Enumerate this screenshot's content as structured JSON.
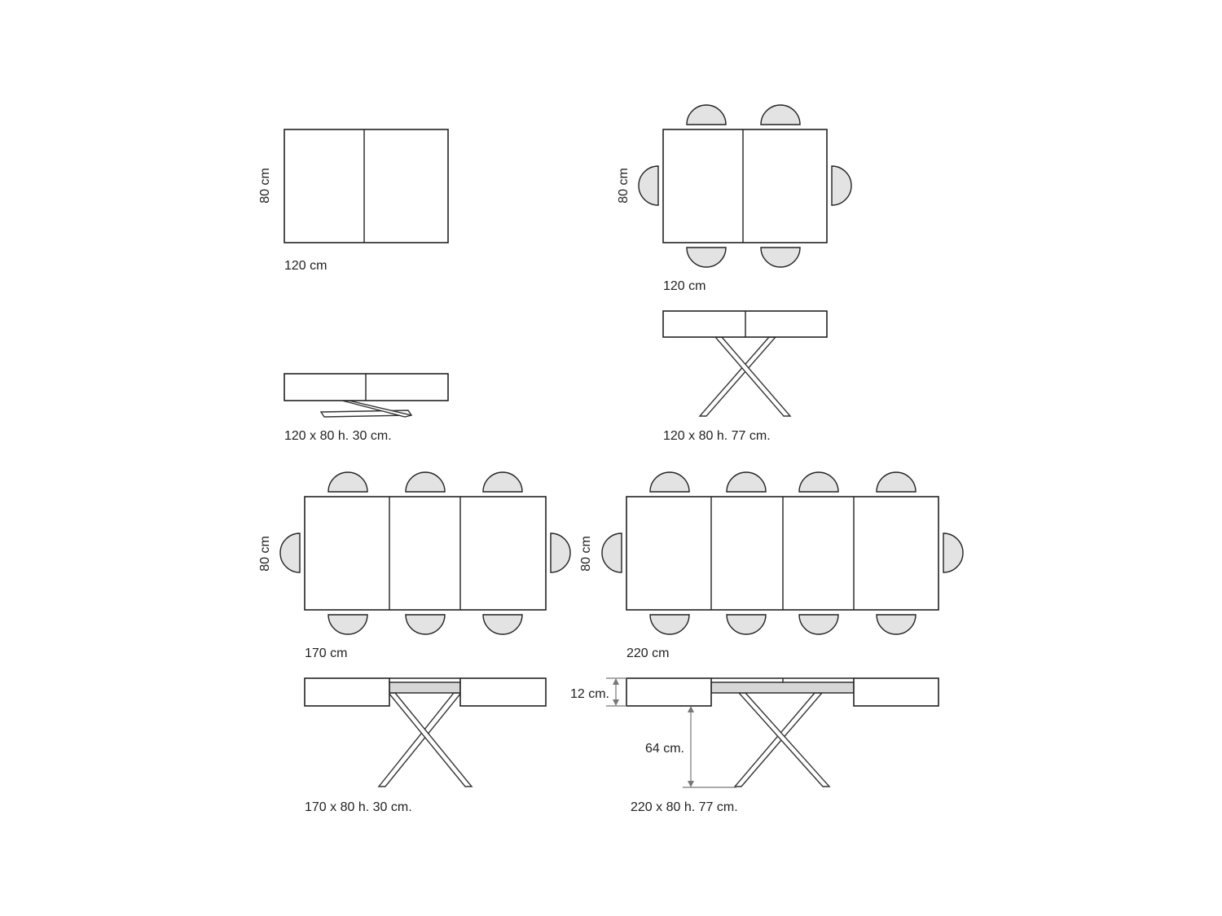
{
  "views": {
    "top_closed": {
      "width_label": "120 cm",
      "depth_label": "80 cm"
    },
    "top_closed_chairs": {
      "width_label": "120 cm",
      "depth_label": "80 cm"
    },
    "side_low": {
      "caption": "120 x 80 h. 30 cm."
    },
    "side_high": {
      "caption": "120 x 80 h. 77 cm."
    },
    "top_mid": {
      "width_label": "170 cm",
      "depth_label": "80 cm"
    },
    "top_full": {
      "width_label": "220 cm",
      "depth_label": "80 cm"
    },
    "side_mid": {
      "caption": "170 x 80 h. 30 cm."
    },
    "side_full": {
      "caption": "220 x 80 h. 77 cm.",
      "top_thickness": "12 cm.",
      "leg_height": "64 cm."
    }
  },
  "colors": {
    "line": "#222222",
    "chair_fill": "#e3e3e3",
    "leaf_fill": "#d6d6d6",
    "dimension": "#777777"
  }
}
